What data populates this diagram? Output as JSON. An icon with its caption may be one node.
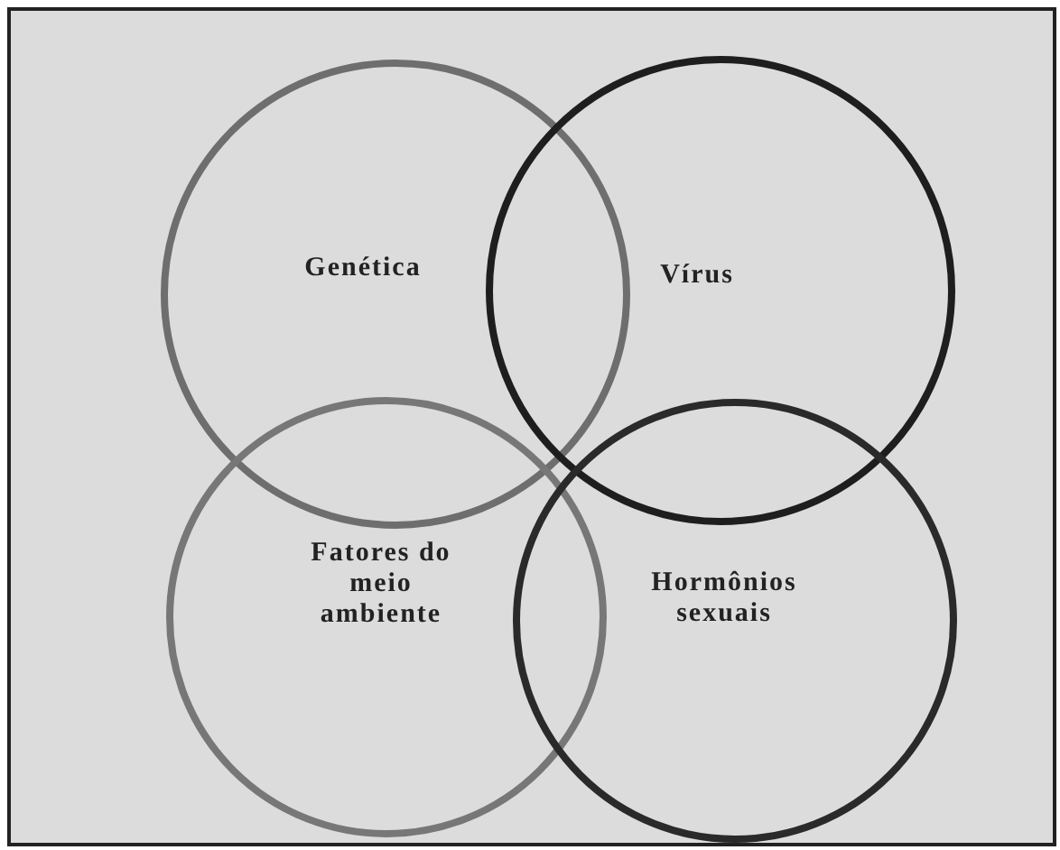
{
  "diagram": {
    "nodes": [
      {
        "text": [
          "Genética"
        ]
      },
      {
        "text": [
          "Vírus"
        ]
      },
      {
        "text": [
          "Fatores do meio ambiente"
        ]
      },
      {
        "text": [
          "Hormônios sexuais"
        ]
      }
    ],
    "edges": []
  }
}
